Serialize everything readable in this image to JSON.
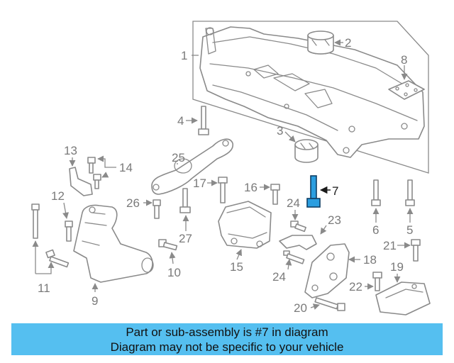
{
  "diagram": {
    "highlight": {
      "part_number": "7",
      "color": "#2b9ee0"
    },
    "callouts": [
      "1",
      "2",
      "3",
      "4",
      "5",
      "6",
      "7",
      "8",
      "9",
      "10",
      "11",
      "12",
      "13",
      "14",
      "15",
      "16",
      "17",
      "18",
      "19",
      "20",
      "21",
      "22",
      "23",
      "24",
      "24",
      "25",
      "26",
      "27"
    ]
  },
  "caption": {
    "line1": "Part or sub-assembly is #7 in diagram",
    "line2": "Diagram may not be specific to your vehicle",
    "background": "#55bff0"
  }
}
